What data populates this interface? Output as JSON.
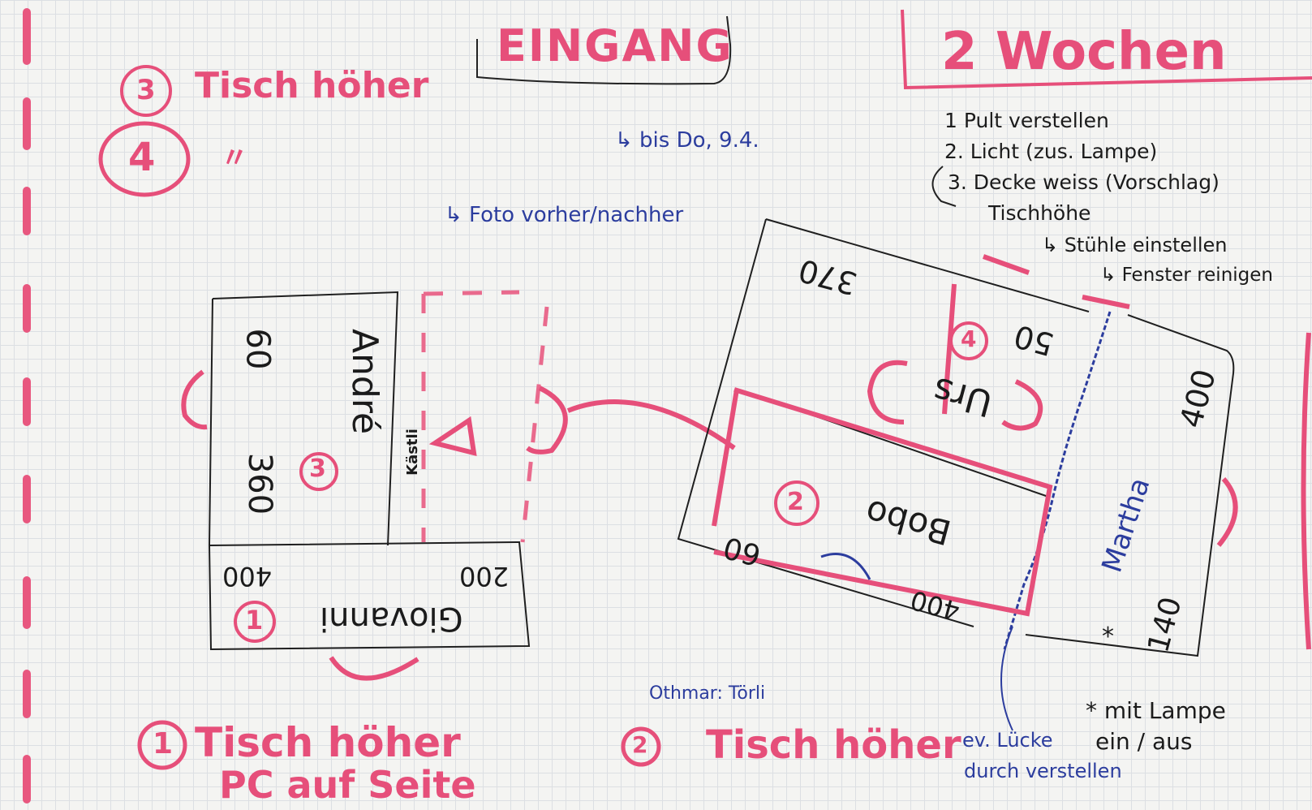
{
  "header": {
    "entrance": "EINGANG",
    "duration": "2 Wochen"
  },
  "notes": {
    "pink_top_3": "Tisch höher",
    "pink_top_3_num": "3",
    "pink_top_4": "〃",
    "pink_top_4_num": "4",
    "deadline": "↳ bis Do, 9.4.",
    "photo": "↳ Foto vorher/nachher",
    "bottom_1_num": "1",
    "bottom_1_line1": "Tisch höher",
    "bottom_1_line2": "PC auf Seite",
    "bottom_2_num": "2",
    "bottom_2_text": "Tisch höher",
    "gap_line1": "ev. Lücke",
    "gap_line2": "durch verstellen",
    "othmar": "Othmar: Törli",
    "lamp_line1": "* mit Lampe",
    "lamp_line2": "ein / aus"
  },
  "todo": {
    "items": [
      "1 Pult verstellen",
      "2. Licht (zus. Lampe)",
      "3. Decke weiss (Vorschlag)",
      "Tischhöhe",
      "↳ Stühle einstellen",
      "↳ Fenster reinigen"
    ]
  },
  "left_desks": {
    "andre_name": "André",
    "andre_w": "60",
    "andre_l": "360",
    "andre_badge": "3",
    "kasten": "Kästli",
    "giovanni_name": "Giovanni",
    "giovanni_a": "400",
    "giovanni_b": "200",
    "giovanni_badge": "1"
  },
  "right_desks": {
    "top_dim": "370",
    "badge_4": "4",
    "dim_50": "50",
    "name_urs": "Urs",
    "badge_2": "2",
    "name_bobo": "Bobo",
    "dim_60": "60",
    "dim_400": "400",
    "dim_400b": "400",
    "name_martha": "Martha",
    "dim_140": "140",
    "star": "*"
  }
}
